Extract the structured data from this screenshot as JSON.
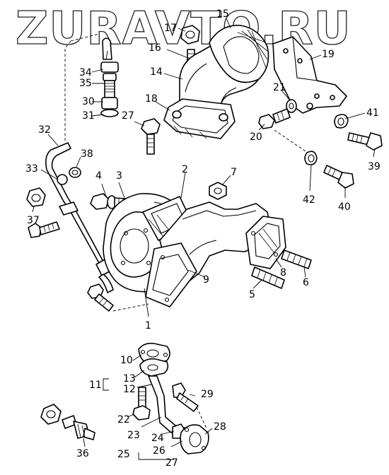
{
  "watermark": "ZURAVTO.RU",
  "callouts": {
    "n1": "1",
    "n2": "2",
    "n3": "3",
    "n4": "4",
    "n5": "5",
    "n6": "6",
    "n7": "7",
    "n8": "8",
    "n9": "9",
    "n10": "10",
    "n11": "11",
    "n12": "12",
    "n13": "13",
    "n14": "14",
    "n15": "15",
    "n16": "16",
    "n17": "17",
    "n18": "18",
    "n19": "19",
    "n20": "20",
    "n21": "21",
    "n22": "22",
    "n23": "23",
    "n24": "24",
    "n25": "25",
    "n26": "26",
    "n27a": "27",
    "n27b": "27",
    "n28": "28",
    "n29": "29",
    "n30": "30",
    "n31": "31",
    "n32": "32",
    "n33": "33",
    "n34": "34",
    "n35": "35",
    "n36": "36",
    "n37": "37",
    "n38": "38",
    "n39": "39",
    "n40": "40",
    "n41": "41",
    "n42": "42"
  }
}
